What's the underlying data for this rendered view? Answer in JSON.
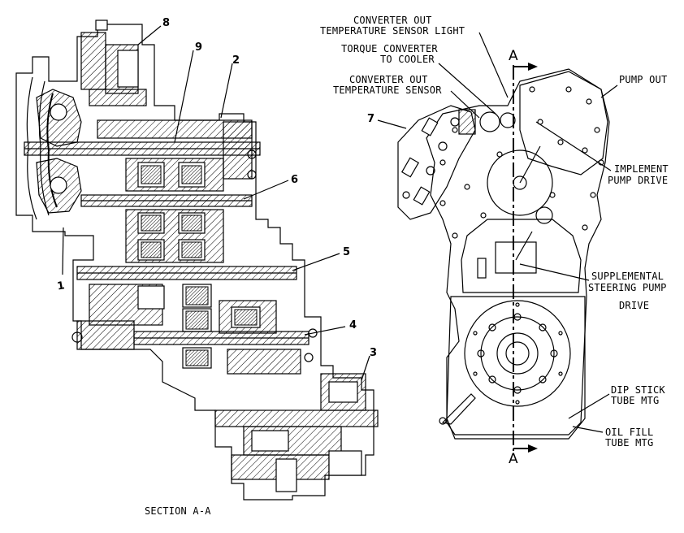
{
  "callouts": {
    "n1": "1",
    "n2": "2",
    "n3": "3",
    "n4": "4",
    "n5": "5",
    "n6": "6",
    "n7": "7",
    "n8": "8",
    "n9": "9"
  },
  "labels": {
    "conv_out_sensor_light": [
      "CONVERTER OUT",
      "TEMPERATURE SENSOR LIGHT"
    ],
    "torque_converter_cooler": [
      "TORQUE CONVERTER",
      "TO COOLER"
    ],
    "conv_out_sensor": [
      "CONVERTER OUT",
      "TEMPERATURE SENSOR"
    ],
    "pump_out": [
      "PUMP OUT"
    ],
    "implement_pump_drive": [
      "IMPLEMENT",
      "PUMP DRIVE"
    ],
    "supplemental_steering": [
      "SUPPLEMENTAL",
      "STEERING PUMP",
      "DRIVE"
    ],
    "dip_stick": [
      "DIP STICK",
      "TUBE MTG"
    ],
    "oil_fill": [
      "OIL FILL",
      "TUBE MTG"
    ],
    "section_marker_top": "A",
    "section_marker_bottom": "A",
    "section_title": "SECTION A-A"
  }
}
